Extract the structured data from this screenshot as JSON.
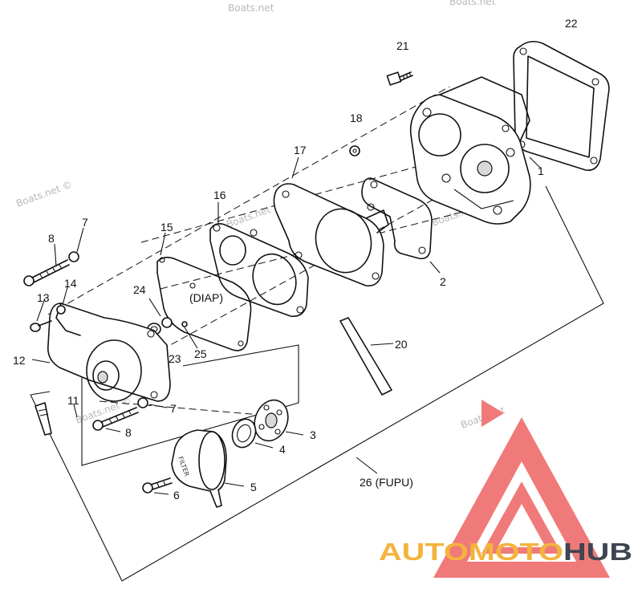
{
  "watermarks": [
    "Boats.net",
    "Boats.net ©",
    "Boats.net",
    "Boats.net",
    "Boats.net ©",
    "Boats.net",
    "Boats.net"
  ],
  "logo": {
    "part1": "AUTOMOTO",
    "part2": "HUB",
    "color1": "#f3b33d",
    "color2": "#3f4450",
    "triangle_color": "#f07a7a"
  },
  "labels": {
    "l1": "1",
    "l2": "2",
    "l3": "3",
    "l4": "4",
    "l5": "5",
    "l6": "6",
    "l7a": "7",
    "l7b": "7",
    "l8a": "8",
    "l8b": "8",
    "l11": "11",
    "l12": "12",
    "l13": "13",
    "l14": "14",
    "l15": "15",
    "l16": "16",
    "l17": "17",
    "l18": "18",
    "l20": "20",
    "l21": "21",
    "l22": "22",
    "l23": "23",
    "l24": "24",
    "l25": "25",
    "diap": "(DIAP)",
    "fupu": "26 (FUPU)"
  },
  "filter_text": "FILTER"
}
